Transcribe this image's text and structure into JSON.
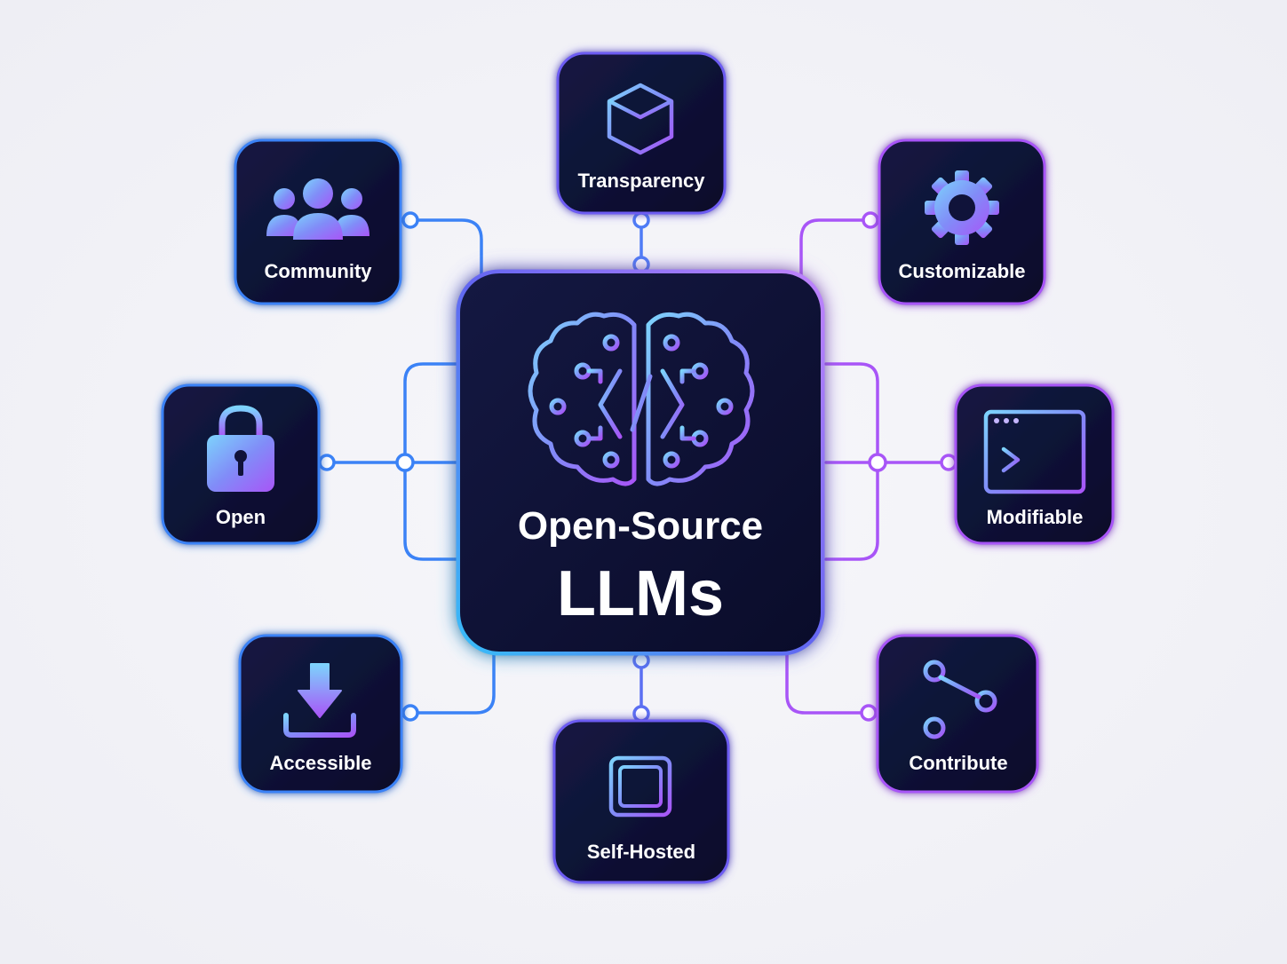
{
  "hub": {
    "title_line1": "Open-Source",
    "title_line2": "LLMs",
    "icon": "brain-code-icon"
  },
  "nodes": [
    {
      "id": "transparency",
      "label": "Transparency",
      "icon": "cube-icon"
    },
    {
      "id": "community",
      "label": "Community",
      "icon": "users-icon"
    },
    {
      "id": "customizable",
      "label": "Customizable",
      "icon": "gear-icon"
    },
    {
      "id": "open",
      "label": "Open",
      "icon": "lock-icon"
    },
    {
      "id": "modifiable",
      "label": "Modifiable",
      "icon": "terminal-window-icon"
    },
    {
      "id": "accessible",
      "label": "Accessible",
      "icon": "download-icon"
    },
    {
      "id": "self-hosted",
      "label": "Self-Hosted",
      "icon": "chip-icon"
    },
    {
      "id": "contribute",
      "label": "Contribute",
      "icon": "git-branch-icon"
    }
  ],
  "colors": {
    "card_bg": "#0d1033",
    "blue": "#3b82f6",
    "violet": "#a855f7",
    "icon_light": "#7dd3fc",
    "icon_mid": "#818cf8",
    "icon_deep": "#a855f7"
  }
}
